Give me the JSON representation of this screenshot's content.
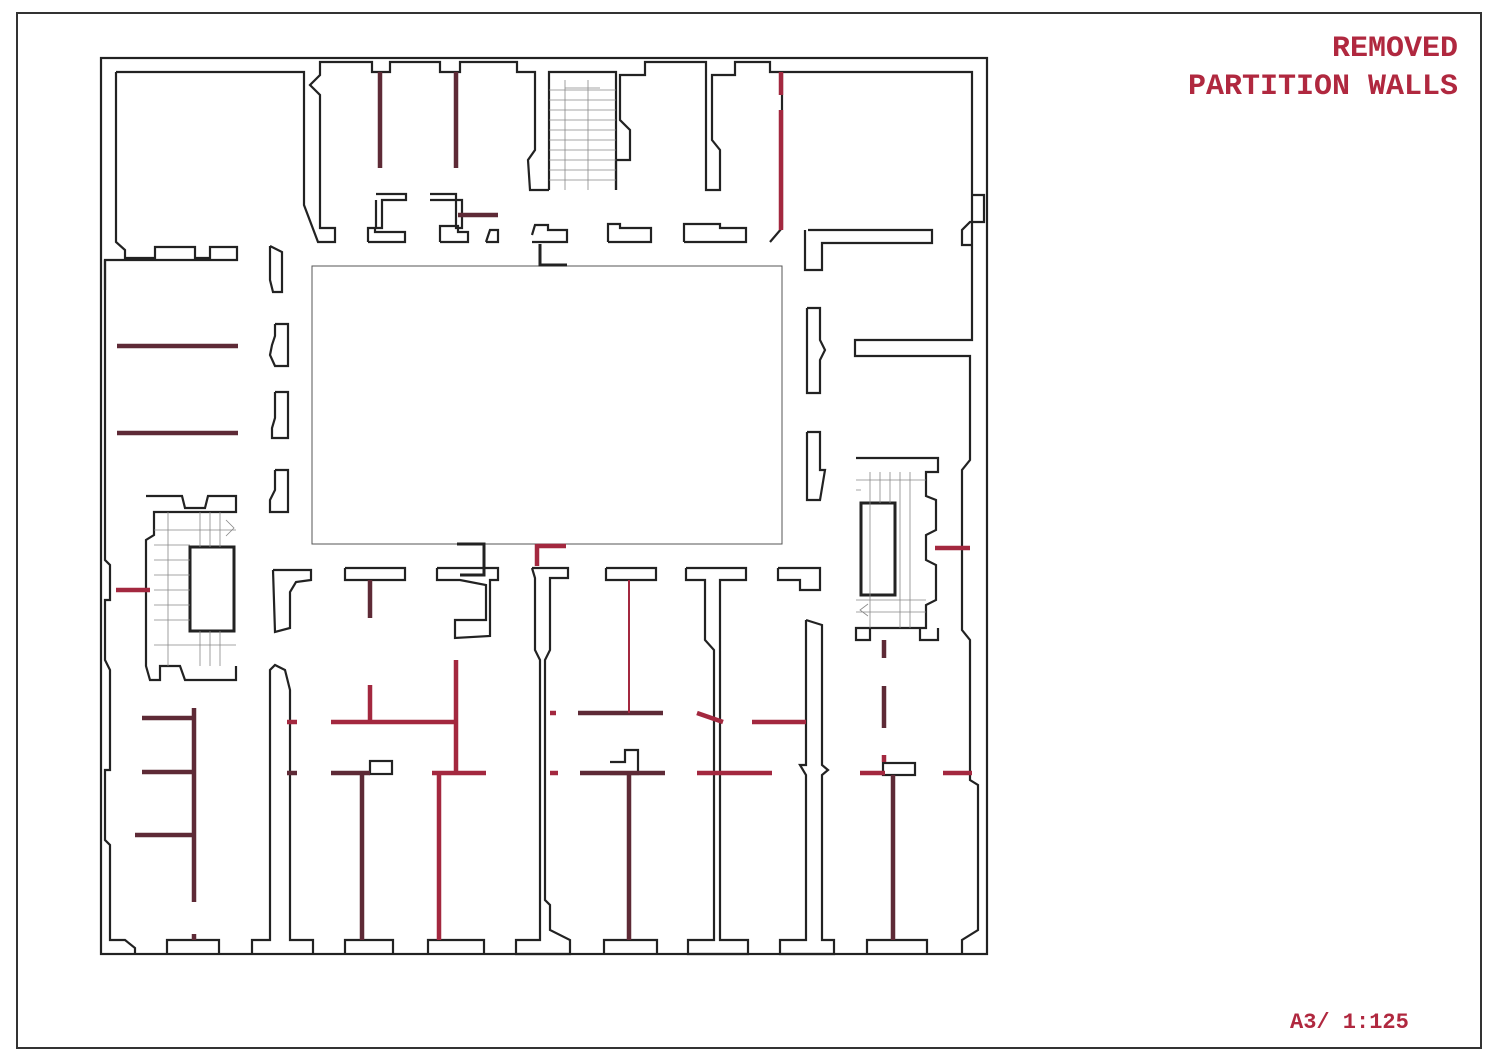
{
  "drawing": {
    "title_line1": "REMOVED",
    "title_line2": "PARTITION WALLS",
    "scale_label": "A3/ 1:125",
    "colors": {
      "removed_wall": "#a3283f",
      "existing_wall": "#222222",
      "title": "#b0283f"
    }
  }
}
